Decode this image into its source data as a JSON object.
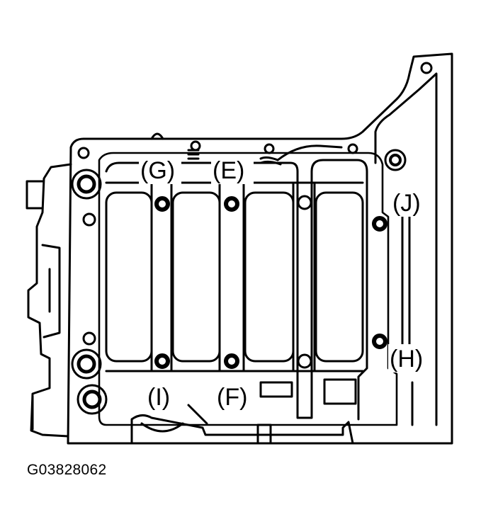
{
  "figure": {
    "part_id": "G03828062",
    "bolt_labels": {
      "g": "(G)",
      "e": "(E)",
      "j": "(J)",
      "h": "(H)",
      "i": "(I)",
      "f": "(F)"
    }
  },
  "colors": {
    "line": "#000000",
    "background": "#ffffff"
  }
}
